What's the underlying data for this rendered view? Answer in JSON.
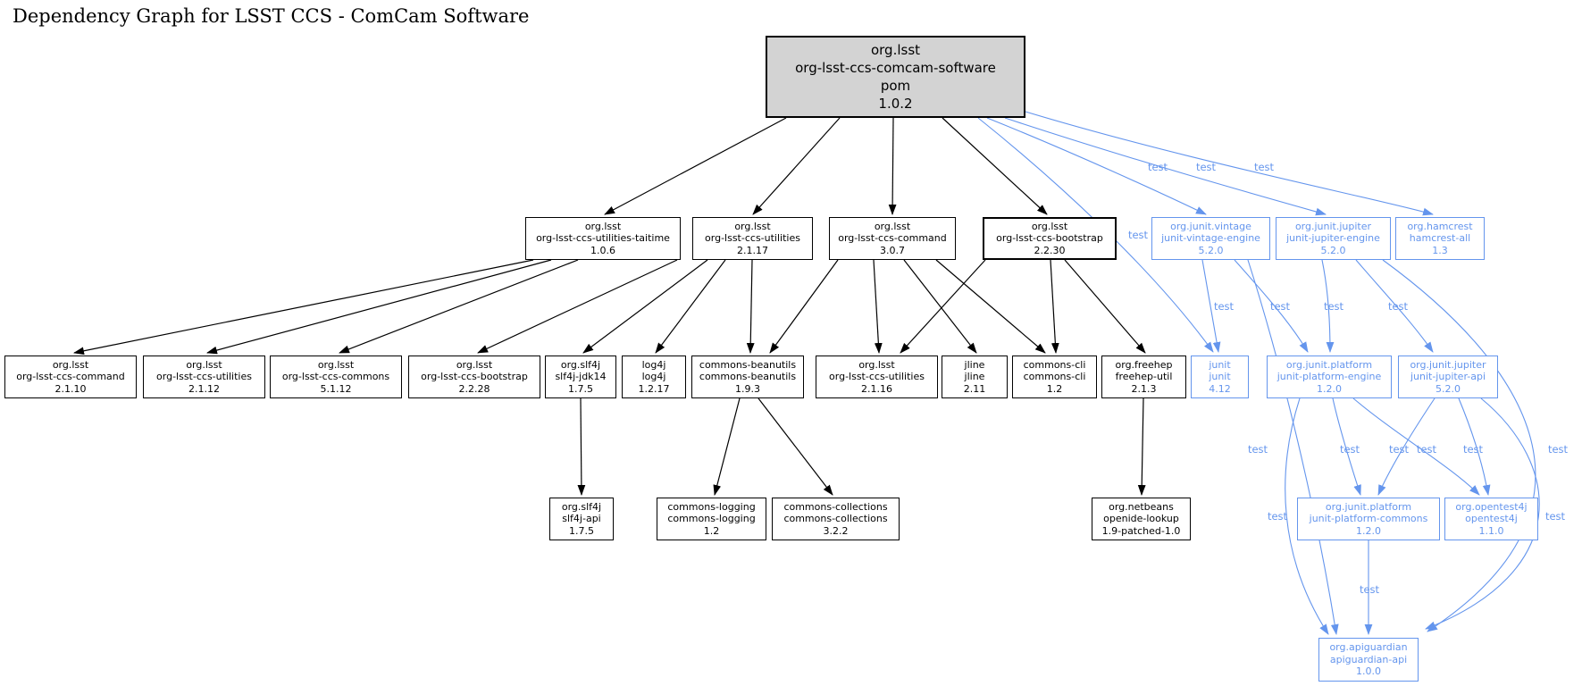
{
  "title": "Dependency Graph for LSST CCS - ComCam Software",
  "edge_label": "test",
  "colors": {
    "node_border": "#000000",
    "node_fill": "#ffffff",
    "root_fill": "#d3d3d3",
    "test_accent": "#6495ED",
    "background": "#ffffff"
  },
  "nodes": {
    "root": {
      "group": "org.lsst",
      "artifact": "org-lsst-ccs-comcam-software",
      "packaging": "pom",
      "version": "1.0.2"
    },
    "taitime": {
      "group": "org.lsst",
      "artifact": "org-lsst-ccs-utilities-taitime",
      "version": "1.0.6"
    },
    "utilities17": {
      "group": "org.lsst",
      "artifact": "org-lsst-ccs-utilities",
      "version": "2.1.17"
    },
    "command307": {
      "group": "org.lsst",
      "artifact": "org-lsst-ccs-command",
      "version": "3.0.7"
    },
    "bootstrap30": {
      "group": "org.lsst",
      "artifact": "org-lsst-ccs-bootstrap",
      "version": "2.2.30"
    },
    "vintage": {
      "group": "org.junit.vintage",
      "artifact": "junit-vintage-engine",
      "version": "5.2.0"
    },
    "jupiterEngine": {
      "group": "org.junit.jupiter",
      "artifact": "junit-jupiter-engine",
      "version": "5.2.0"
    },
    "hamcrest": {
      "group": "org.hamcrest",
      "artifact": "hamcrest-all",
      "version": "1.3"
    },
    "command210": {
      "group": "org.lsst",
      "artifact": "org-lsst-ccs-command",
      "version": "2.1.10"
    },
    "utilities12": {
      "group": "org.lsst",
      "artifact": "org-lsst-ccs-utilities",
      "version": "2.1.12"
    },
    "commons512": {
      "group": "org.lsst",
      "artifact": "org-lsst-ccs-commons",
      "version": "5.1.12"
    },
    "bootstrap28": {
      "group": "org.lsst",
      "artifact": "org-lsst-ccs-bootstrap",
      "version": "2.2.28"
    },
    "slf4jjdk": {
      "group": "org.slf4j",
      "artifact": "slf4j-jdk14",
      "version": "1.7.5"
    },
    "log4j": {
      "group": "log4j",
      "artifact": "log4j",
      "version": "1.2.17"
    },
    "beanutils": {
      "group": "commons-beanutils",
      "artifact": "commons-beanutils",
      "version": "1.9.3"
    },
    "utilities16": {
      "group": "org.lsst",
      "artifact": "org-lsst-ccs-utilities",
      "version": "2.1.16"
    },
    "jline": {
      "group": "jline",
      "artifact": "jline",
      "version": "2.11"
    },
    "commonscli": {
      "group": "commons-cli",
      "artifact": "commons-cli",
      "version": "1.2"
    },
    "freehep": {
      "group": "org.freehep",
      "artifact": "freehep-util",
      "version": "2.1.3"
    },
    "junit4": {
      "group": "junit",
      "artifact": "junit",
      "version": "4.12"
    },
    "platformEngine": {
      "group": "org.junit.platform",
      "artifact": "junit-platform-engine",
      "version": "1.2.0"
    },
    "jupiterApi": {
      "group": "org.junit.jupiter",
      "artifact": "junit-jupiter-api",
      "version": "5.2.0"
    },
    "slf4jApi": {
      "group": "org.slf4j",
      "artifact": "slf4j-api",
      "version": "1.7.5"
    },
    "commonsLogging": {
      "group": "commons-logging",
      "artifact": "commons-logging",
      "version": "1.2"
    },
    "commonsCollections": {
      "group": "commons-collections",
      "artifact": "commons-collections",
      "version": "3.2.2"
    },
    "openide": {
      "group": "org.netbeans",
      "artifact": "openide-lookup",
      "version": "1.9-patched-1.0"
    },
    "platformCommons": {
      "group": "org.junit.platform",
      "artifact": "junit-platform-commons",
      "version": "1.2.0"
    },
    "opentest": {
      "group": "org.opentest4j",
      "artifact": "opentest4j",
      "version": "1.1.0"
    },
    "apiguardian": {
      "group": "org.apiguardian",
      "artifact": "apiguardian-api",
      "version": "1.0.0"
    }
  },
  "edges": [
    {
      "from": "root",
      "to": "taitime",
      "scope": "compile"
    },
    {
      "from": "root",
      "to": "utilities17",
      "scope": "compile"
    },
    {
      "from": "root",
      "to": "command307",
      "scope": "compile"
    },
    {
      "from": "root",
      "to": "bootstrap30",
      "scope": "compile"
    },
    {
      "from": "root",
      "to": "vintage",
      "scope": "test"
    },
    {
      "from": "root",
      "to": "jupiterEngine",
      "scope": "test"
    },
    {
      "from": "root",
      "to": "hamcrest",
      "scope": "test"
    },
    {
      "from": "root",
      "to": "junit4",
      "scope": "test"
    },
    {
      "from": "taitime",
      "to": "command210",
      "scope": "compile"
    },
    {
      "from": "taitime",
      "to": "utilities12",
      "scope": "compile"
    },
    {
      "from": "taitime",
      "to": "commons512",
      "scope": "compile"
    },
    {
      "from": "taitime",
      "to": "bootstrap28",
      "scope": "compile"
    },
    {
      "from": "utilities17",
      "to": "slf4jjdk",
      "scope": "compile"
    },
    {
      "from": "utilities17",
      "to": "log4j",
      "scope": "compile"
    },
    {
      "from": "utilities17",
      "to": "beanutils",
      "scope": "compile"
    },
    {
      "from": "command307",
      "to": "beanutils",
      "scope": "compile"
    },
    {
      "from": "command307",
      "to": "utilities16",
      "scope": "compile"
    },
    {
      "from": "command307",
      "to": "jline",
      "scope": "compile"
    },
    {
      "from": "command307",
      "to": "commonscli",
      "scope": "compile"
    },
    {
      "from": "bootstrap30",
      "to": "utilities16",
      "scope": "compile"
    },
    {
      "from": "bootstrap30",
      "to": "commonscli",
      "scope": "compile"
    },
    {
      "from": "bootstrap30",
      "to": "freehep",
      "scope": "compile"
    },
    {
      "from": "slf4jjdk",
      "to": "slf4jApi",
      "scope": "compile"
    },
    {
      "from": "beanutils",
      "to": "commonsLogging",
      "scope": "compile"
    },
    {
      "from": "beanutils",
      "to": "commonsCollections",
      "scope": "compile"
    },
    {
      "from": "freehep",
      "to": "openide",
      "scope": "compile"
    },
    {
      "from": "vintage",
      "to": "junit4",
      "scope": "test"
    },
    {
      "from": "vintage",
      "to": "platformEngine",
      "scope": "test"
    },
    {
      "from": "vintage",
      "to": "apiguardian",
      "scope": "test"
    },
    {
      "from": "jupiterEngine",
      "to": "platformEngine",
      "scope": "test"
    },
    {
      "from": "jupiterEngine",
      "to": "jupiterApi",
      "scope": "test"
    },
    {
      "from": "jupiterEngine",
      "to": "apiguardian",
      "scope": "test"
    },
    {
      "from": "platformEngine",
      "to": "platformCommons",
      "scope": "test"
    },
    {
      "from": "platformEngine",
      "to": "opentest",
      "scope": "test"
    },
    {
      "from": "platformEngine",
      "to": "apiguardian",
      "scope": "test"
    },
    {
      "from": "jupiterApi",
      "to": "platformCommons",
      "scope": "test"
    },
    {
      "from": "jupiterApi",
      "to": "opentest",
      "scope": "test"
    },
    {
      "from": "jupiterApi",
      "to": "apiguardian",
      "scope": "test"
    },
    {
      "from": "platformCommons",
      "to": "apiguardian",
      "scope": "test"
    }
  ]
}
